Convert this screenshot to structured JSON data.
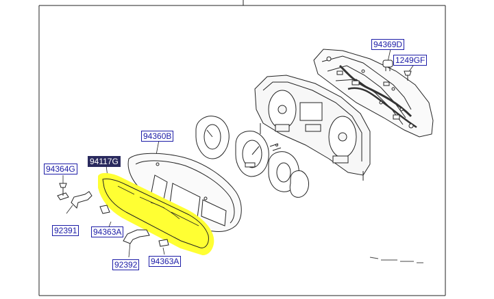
{
  "diagram": {
    "labels": {
      "l94369D": "94369D",
      "l1249GF": "1249GF",
      "l94360B": "94360B",
      "l94117G": "94117G",
      "l94364G": "94364G",
      "l92391": "92391",
      "l94363A_top": "94363A",
      "l92392": "92392",
      "l94363A_bottom": "94363A"
    },
    "selected_part": "94117G",
    "highlight_color": "#ffff33",
    "label_color": "#1a1aa6",
    "selected_label_bg": "#2a2a5e"
  }
}
